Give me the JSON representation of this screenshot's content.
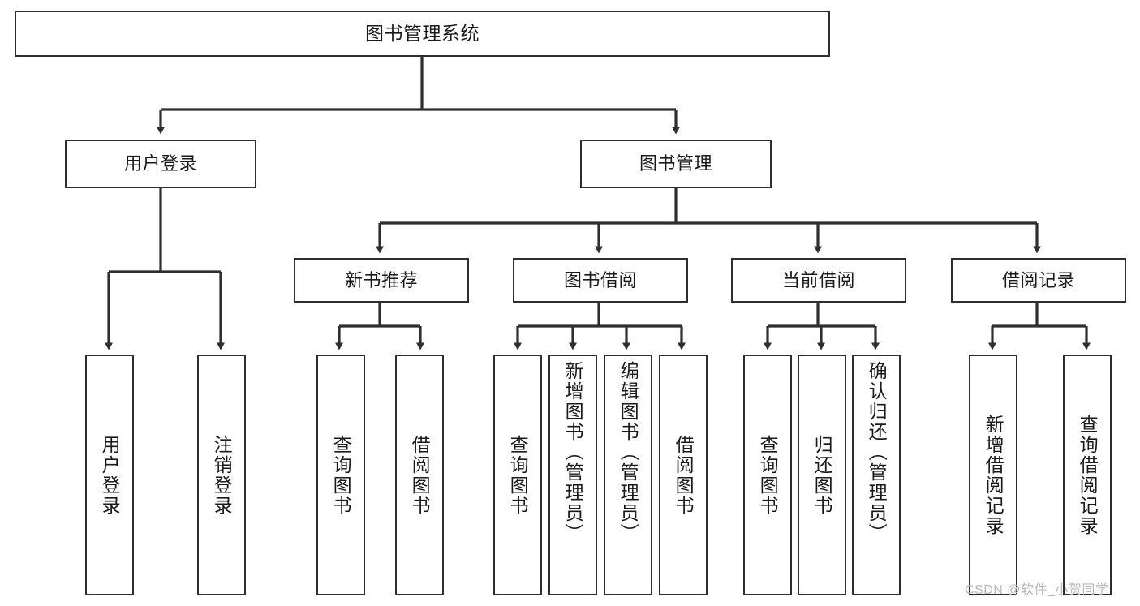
{
  "diagram": {
    "title": "图书管理系统",
    "type": "tree-hierarchy",
    "watermark": "CSDN @软件_小贺同学",
    "colors": {
      "stroke": "#2e2e2e",
      "fill": "#ffffff",
      "text": "#1a1a1a",
      "watermark": "#b8b8b8"
    },
    "root": {
      "label": "图书管理系统"
    },
    "level2": [
      {
        "label": "用户登录"
      },
      {
        "label": "图书管理"
      }
    ],
    "level3": [
      {
        "label": "新书推荐"
      },
      {
        "label": "图书借阅"
      },
      {
        "label": "当前借阅"
      },
      {
        "label": "借阅记录"
      }
    ],
    "leaves": {
      "user_login": [
        {
          "label": "用户登录"
        },
        {
          "label": "注销登录"
        }
      ],
      "new_book_recommend": [
        {
          "label": "查询图书"
        },
        {
          "label": "借阅图书"
        }
      ],
      "book_borrow": [
        {
          "label": "查询图书"
        },
        {
          "label": "新增图书（管理员）"
        },
        {
          "label": "编辑图书（管理员）"
        },
        {
          "label": "借阅图书"
        }
      ],
      "current_borrow": [
        {
          "label": "查询图书"
        },
        {
          "label": "归还图书"
        },
        {
          "label": "确认归还（管理员）"
        }
      ],
      "borrow_record": [
        {
          "label": "新增借阅记录"
        },
        {
          "label": "查询借阅记录"
        }
      ]
    }
  }
}
